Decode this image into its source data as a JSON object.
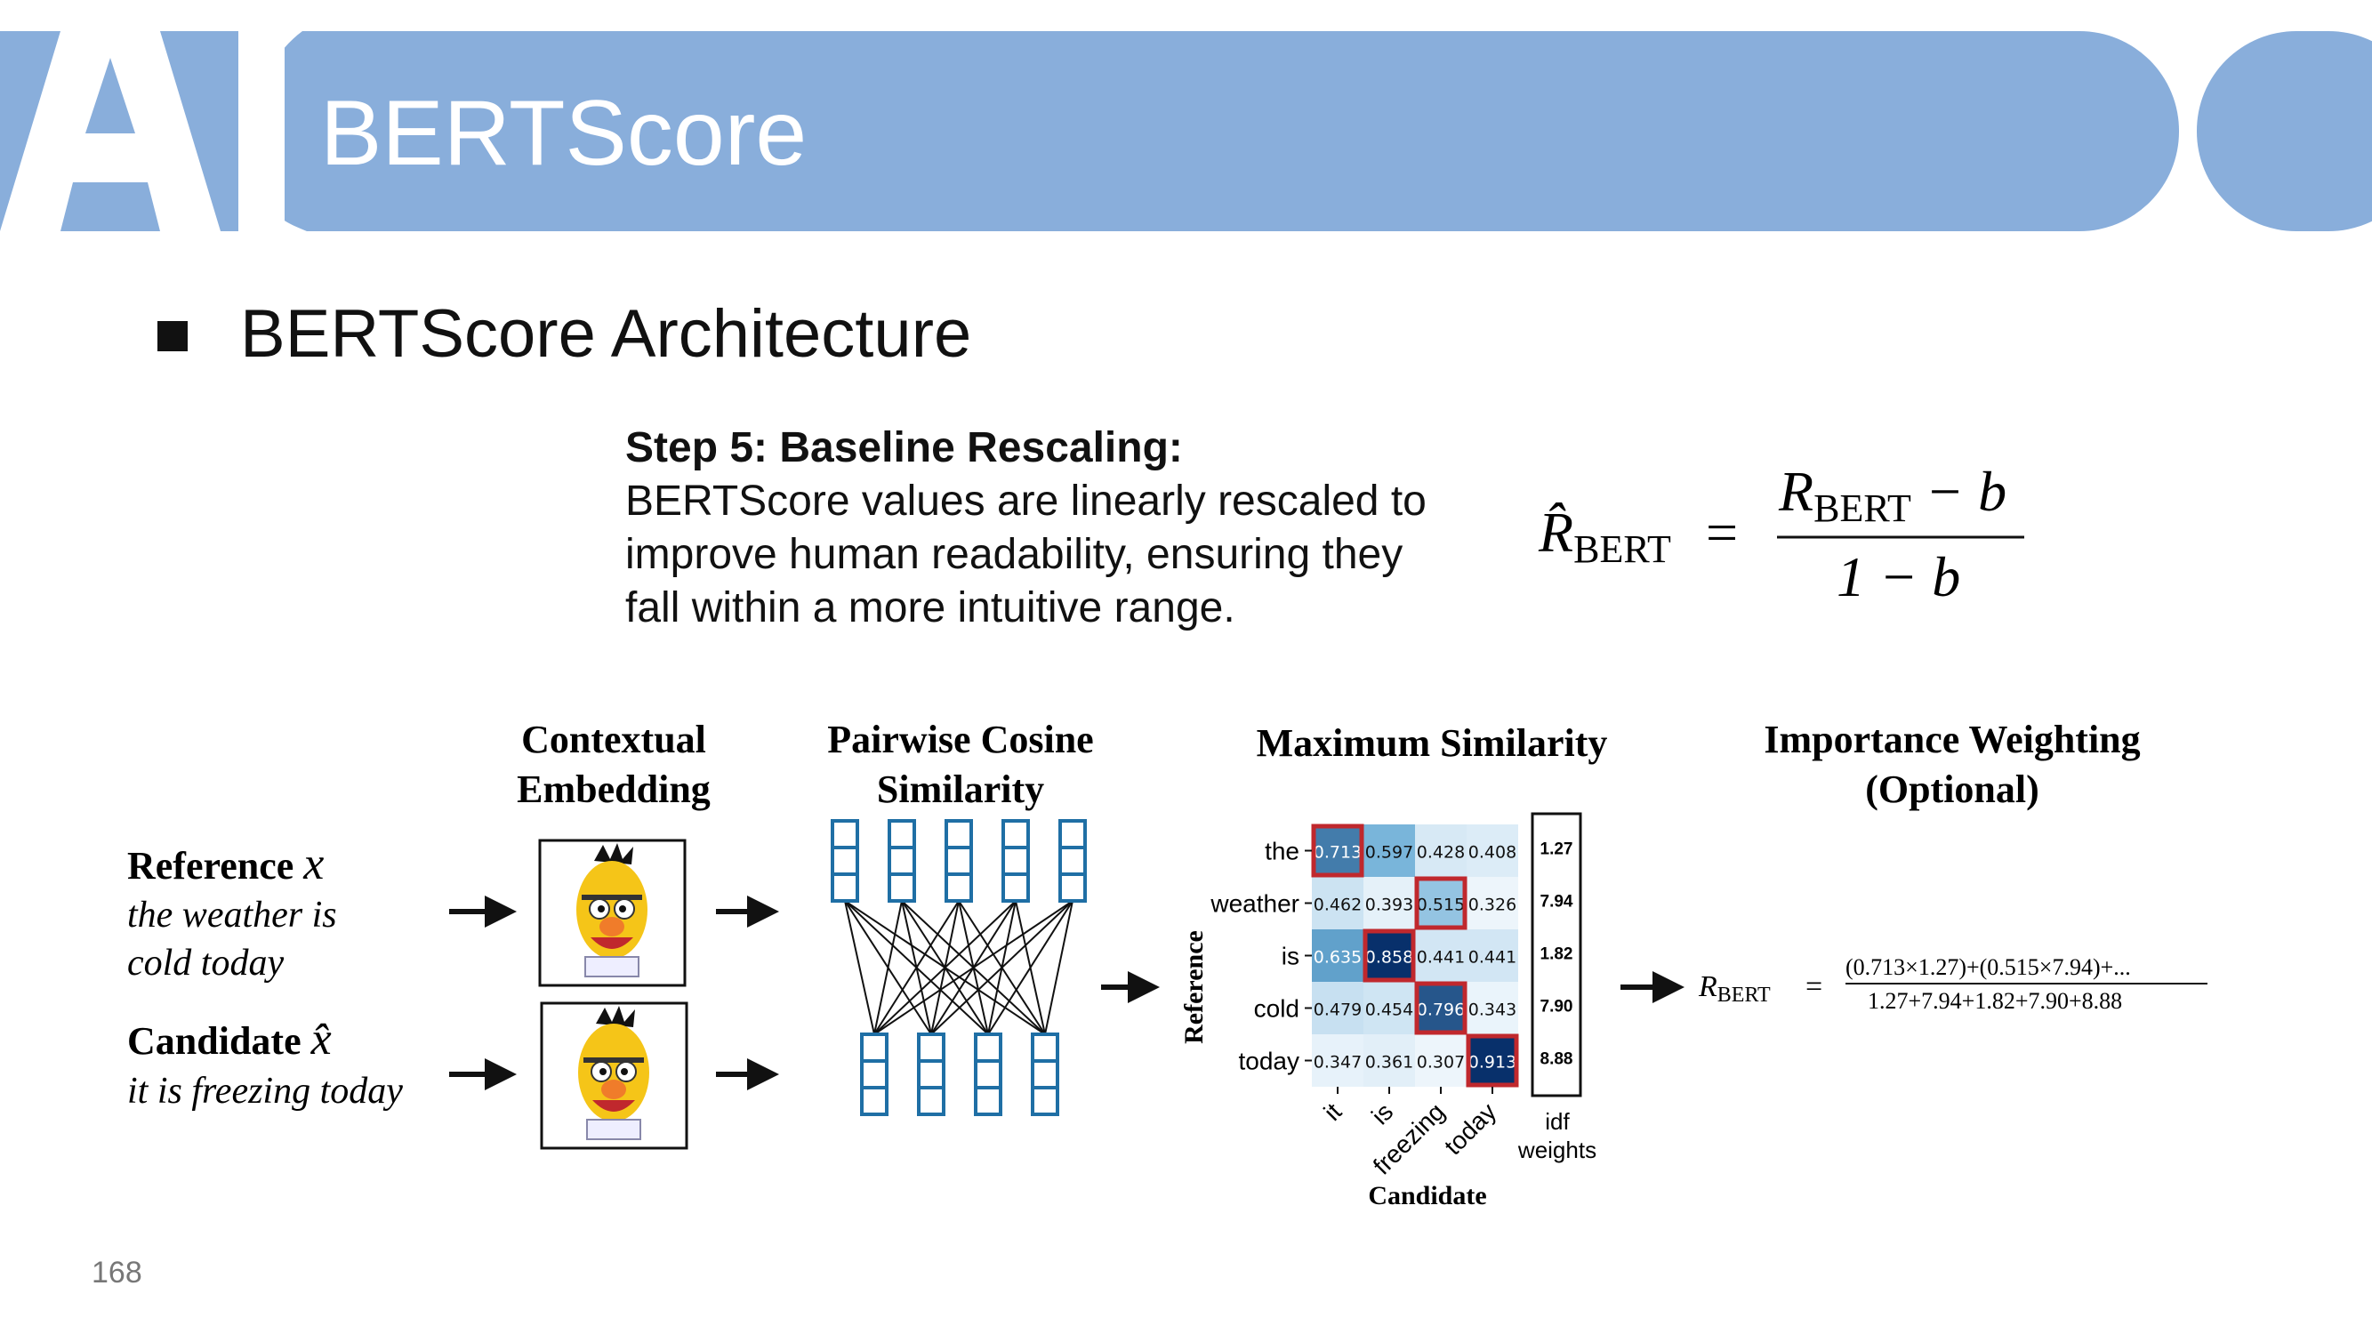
{
  "header": {
    "title": "BERTScore",
    "logo_text": "AI",
    "band_color": "#89aedb"
  },
  "bullet": {
    "text": "BERTScore Architecture"
  },
  "step": {
    "title": "Step 5: Baseline Rescaling:",
    "lines": [
      "BERTScore values are linearly rescaled to",
      "improve human readability, ensuring they",
      "fall within a more intuitive range."
    ]
  },
  "formula": {
    "lhs_symbol": "R̂",
    "lhs_sub": "BERT",
    "equals": "=",
    "num_symbol": "R",
    "num_sub": "BERT",
    "num_tail": " − b",
    "denominator": "1 − b"
  },
  "diagram": {
    "headings": {
      "contextual_1": "Contextual",
      "contextual_2": "Embedding",
      "pairwise_1": "Pairwise Cosine",
      "pairwise_2": "Similarity",
      "maximum": "Maximum Similarity",
      "importance_1": "Importance Weighting",
      "importance_2": "(Optional)"
    },
    "reference": {
      "label": "Reference",
      "symbol": "x",
      "line1": "the weather is",
      "line2": "cold today"
    },
    "candidate": {
      "label": "Candidate",
      "symbol": "x̂",
      "line1": "it is freezing today"
    },
    "matrix": {
      "row_tokens": [
        "the",
        "weather",
        "is",
        "cold",
        "today"
      ],
      "col_tokens": [
        "it",
        "is",
        "freezing",
        "today"
      ],
      "values": [
        [
          "0.713",
          "0.597",
          "0.428",
          "0.408"
        ],
        [
          "0.462",
          "0.393",
          "0.515",
          "0.326"
        ],
        [
          "0.635",
          "0.858",
          "0.441",
          "0.441"
        ],
        [
          "0.479",
          "0.454",
          "0.796",
          "0.343"
        ],
        [
          "0.347",
          "0.361",
          "0.307",
          "0.913"
        ]
      ],
      "shade": [
        [
          0.7,
          0.45,
          0.1,
          0.08
        ],
        [
          0.14,
          0.05,
          0.35,
          0.02
        ],
        [
          0.55,
          1.0,
          0.12,
          0.12
        ],
        [
          0.16,
          0.13,
          0.85,
          0.03
        ],
        [
          0.04,
          0.06,
          0.02,
          1.0
        ]
      ],
      "highlight": [
        [
          0,
          0
        ],
        [
          1,
          2
        ],
        [
          2,
          1
        ],
        [
          3,
          2
        ],
        [
          4,
          3
        ]
      ],
      "idf_weights": [
        "1.27",
        "7.94",
        "1.82",
        "7.90",
        "8.88"
      ],
      "x_axis_label": "Candidate",
      "y_axis_label": "Reference",
      "idf_label_1": "idf",
      "idf_label_2": "weights"
    },
    "result": {
      "symbol": "R",
      "sub": "BERT",
      "equals": "=",
      "numerator": "(0.713×1.27)+(0.515×7.94)+...",
      "denominator": "1.27+7.94+1.82+7.90+8.88"
    },
    "colors": {
      "grid_blue": "#1f6fa5",
      "highlight_red": "#c0282d",
      "heat_low": "#f2f8fd",
      "heat_high": "#08306b"
    }
  },
  "page": {
    "number": "168"
  }
}
